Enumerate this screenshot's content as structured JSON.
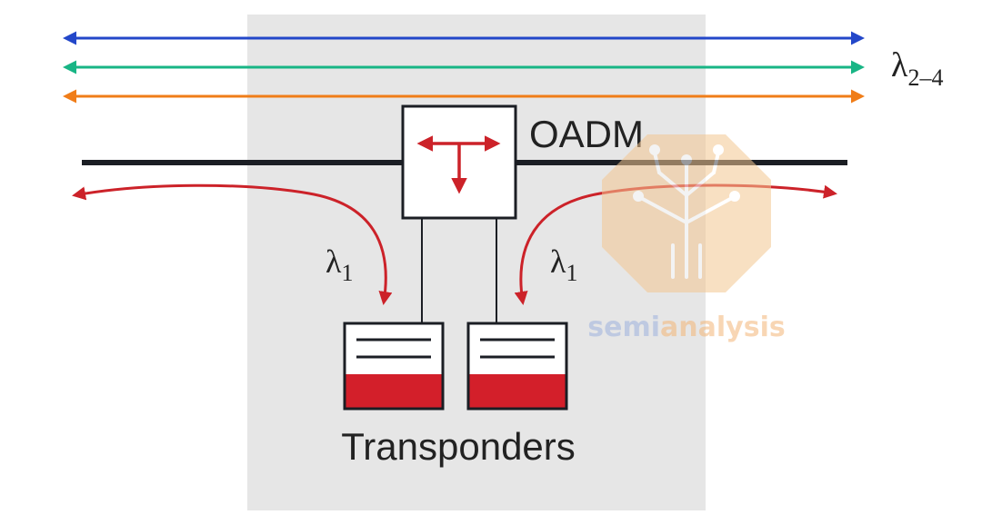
{
  "diagram": {
    "labels": {
      "lambda_through": {
        "symbol": "λ",
        "subscript": "2–4"
      },
      "oadm": "OADM",
      "lambda_drop_left": {
        "symbol": "λ",
        "subscript": "1"
      },
      "lambda_add_right": {
        "symbol": "λ",
        "subscript": "1"
      },
      "transponders": "Transponders"
    },
    "colors": {
      "node_background": "#e6e6e6",
      "wavelength_1": "#2347c9",
      "wavelength_2": "#18b585",
      "wavelength_3": "#f07d18",
      "fiber": "#1b1e24",
      "drop_add": "#cc2229",
      "transponder_fill": "#d31f2a"
    },
    "watermark": {
      "word_part_1": "semi",
      "word_part_2": "analysis",
      "color_part_1": "#9fb3dd",
      "color_part_2": "#f3b577"
    }
  }
}
